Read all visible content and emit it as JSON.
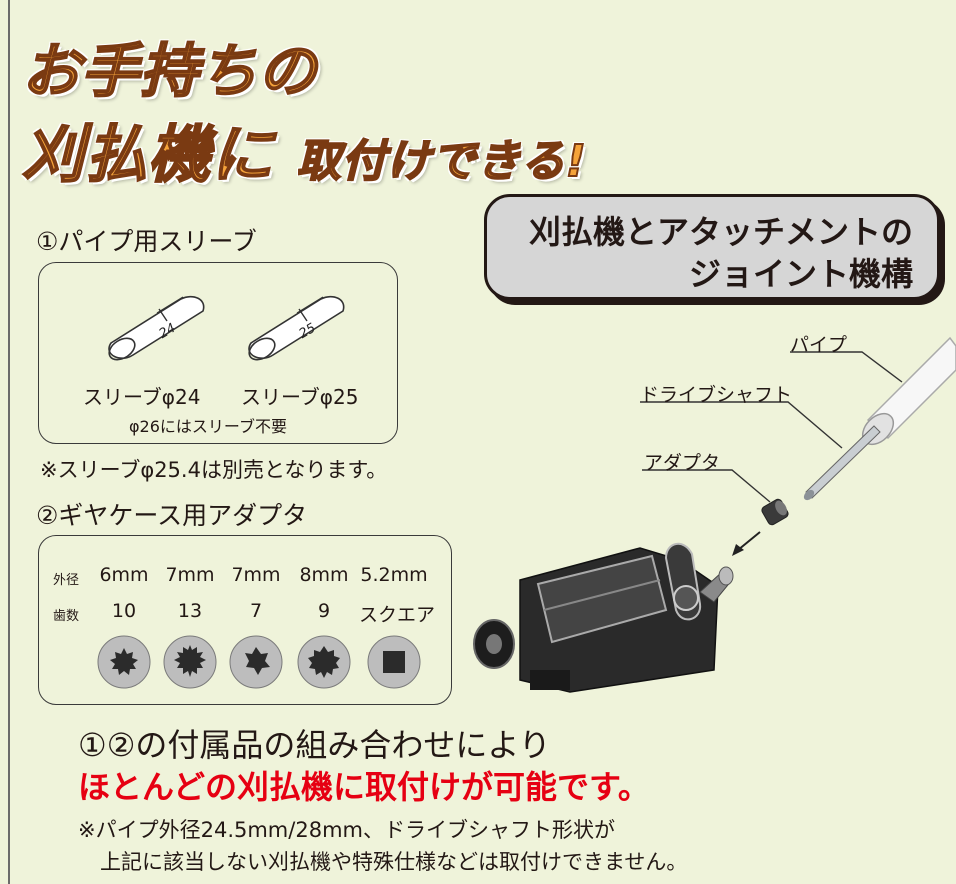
{
  "headline": {
    "line1": "お手持ちの",
    "line2_big": "刈払機に",
    "line2_small": "取付けできる!"
  },
  "section1": {
    "title": "①パイプ用スリーブ",
    "sleeves": [
      {
        "mark": "24",
        "label": "スリーブφ24"
      },
      {
        "mark": "25",
        "label": "スリーブφ25"
      }
    ],
    "note_inside": "φ26にはスリーブ不要",
    "note_outside": "※スリーブφ25.4は別売となります。"
  },
  "section2": {
    "title": "②ギヤケース用アダプタ",
    "row1_label": "外径",
    "row2_label": "歯数",
    "adapters": [
      {
        "diameter": "6mm",
        "teeth": "10",
        "shape": "gear"
      },
      {
        "diameter": "7mm",
        "teeth": "13",
        "shape": "gear"
      },
      {
        "diameter": "7mm",
        "teeth": "7",
        "shape": "gear"
      },
      {
        "diameter": "8mm",
        "teeth": "9",
        "shape": "gear"
      },
      {
        "diameter": "5.2mm",
        "teeth": "スクエア",
        "shape": "square"
      }
    ]
  },
  "badge": {
    "line1": "刈払機とアタッチメントの",
    "line2": "ジョイント機構"
  },
  "callouts": {
    "pipe": "パイプ",
    "drive_shaft": "ドライブシャフト",
    "adapter": "アダプタ"
  },
  "bottom": {
    "line1": "①②の付属品の組み合わせにより",
    "line2": "ほとんどの刈払機に取付けが可能です。",
    "note1": "※パイプ外径24.5mm/28mm、ドライブシャフト形状が",
    "note2": "上記に該当しない刈払機や特殊仕様などは取付けできません。"
  },
  "colors": {
    "background": "#eff3da",
    "headline_orange": "#f5a33a",
    "emphasis_red": "#e60012"
  }
}
